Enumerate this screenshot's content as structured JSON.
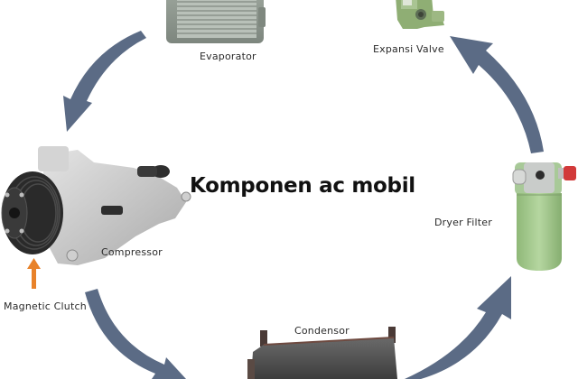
{
  "title": "Komponen ac mobil",
  "colors": {
    "arrow": "#5b6b85",
    "clutch_arrow": "#e8822a",
    "background": "#ffffff",
    "text": "#2a2a2a",
    "title": "#111111"
  },
  "components": [
    {
      "id": "evaporator",
      "label": "Evaporator"
    },
    {
      "id": "expansion-valve",
      "label": "Expansi Valve"
    },
    {
      "id": "dryer-filter",
      "label": "Dryer Filter"
    },
    {
      "id": "condensor",
      "label": "Condensor"
    },
    {
      "id": "compressor",
      "label": "Compressor"
    },
    {
      "id": "magnetic-clutch",
      "label": "Magnetic Clutch"
    }
  ],
  "flow": [
    "Compressor",
    "Condensor",
    "Dryer Filter",
    "Expansi Valve",
    "Evaporator",
    "Compressor"
  ]
}
